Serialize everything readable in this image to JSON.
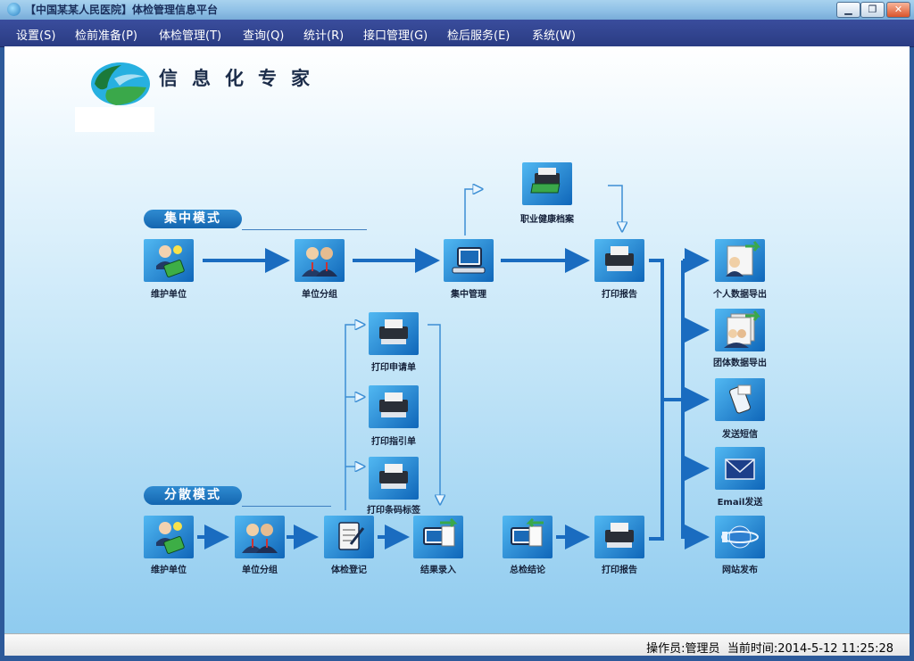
{
  "window": {
    "title": "【中国某某人民医院】体检管理信息平台",
    "icon": "globe-icon"
  },
  "window_buttons": {
    "minimize": "▁",
    "restore": "❐",
    "close": "✕"
  },
  "menu": [
    {
      "label": "设置(S)"
    },
    {
      "label": "检前准备(P)"
    },
    {
      "label": "体检管理(T)"
    },
    {
      "label": "查询(Q)"
    },
    {
      "label": "统计(R)"
    },
    {
      "label": "接口管理(G)"
    },
    {
      "label": "检后服务(E)"
    },
    {
      "label": "系统(W)"
    }
  ],
  "slogan": "信息化专家",
  "modes": {
    "central": "集中模式",
    "distributed": "分散模式"
  },
  "central": {
    "maintain_unit": "维护单位",
    "unit_group": "单位分组",
    "central_manage": "集中管理",
    "occupational_archive": "职业健康档案",
    "print_report": "打印报告"
  },
  "distributed": {
    "maintain_unit": "维护单位",
    "unit_group": "单位分组",
    "exam_register": "体检登记",
    "result_entry": "结果录入",
    "final_conclusion": "总检结论",
    "print_report": "打印报告"
  },
  "prints": {
    "application": "打印申请单",
    "guide": "打印指引单",
    "barcode": "打印条码标签"
  },
  "outputs": {
    "personal_export": "个人数据导出",
    "group_export": "团体数据导出",
    "sms": "发送短信",
    "email": "Email发送",
    "web_publish": "网站发布"
  },
  "status": {
    "operator_label": "操作员:",
    "operator": "管理员",
    "time_label": "当前时间:",
    "time": "2014-5-12 11:25:28"
  },
  "colors": {
    "menu_bg": "#2f4290",
    "flow_arrow": "#1a6cc0",
    "tile_blue": "#1f7ccc"
  }
}
